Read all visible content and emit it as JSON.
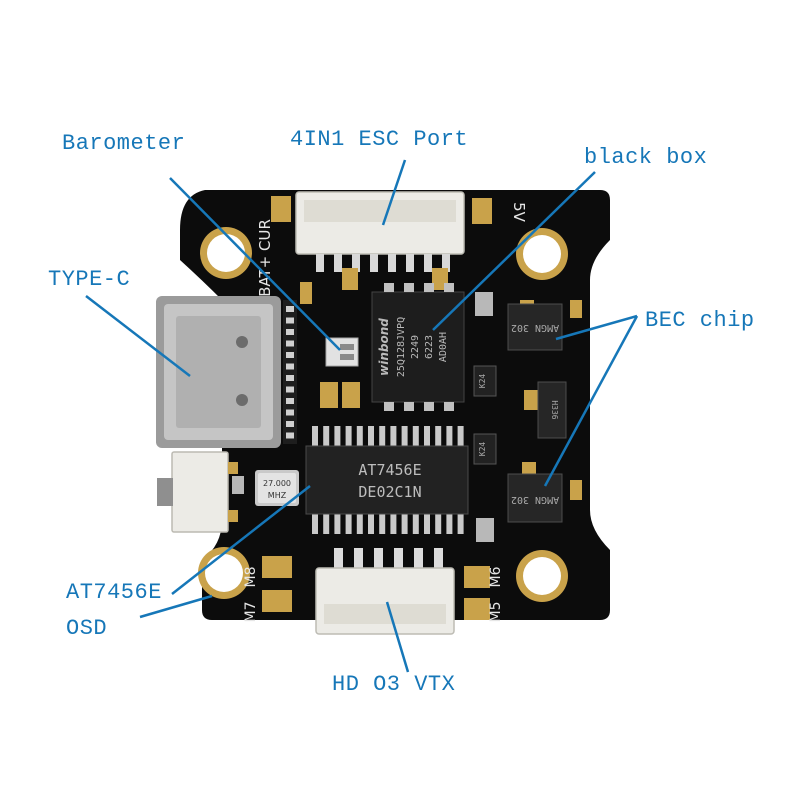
{
  "colors": {
    "callout": "#1677b8",
    "board": "#0c0c0c",
    "silkscreen": "#e6e6e6",
    "gold": "#c9a24a",
    "connector": "#ecebe6"
  },
  "callouts": {
    "barometer": "Barometer",
    "esc_port": "4IN1 ESC Port",
    "black_box": "black box",
    "type_c": "TYPE-C",
    "bec_chip": "BEC chip",
    "osd_line1": "AT7456E",
    "osd_line2": "OSD",
    "vtx": "HD O3 VTX"
  },
  "silkscreen": {
    "bat_cur": "BAT+ CUR",
    "v5": "5V",
    "m7": "M7",
    "m8": "M8",
    "m6": "M6",
    "m5": "M5"
  },
  "chips": {
    "flash_brand": "winbond",
    "flash_line1": "25Q128JVPQ",
    "flash_line2": "2249",
    "flash_line3": "6223",
    "flash_line4": "AD0AH",
    "osd_line1": "AT7456E",
    "osd_line2": "DE02C1N",
    "bec_top": "AMGN 302",
    "bec_bottom": "AMGN 302",
    "mid_chip": "H336",
    "crystal_line1": "27.000",
    "crystal_line2": "MHZ",
    "k24_a": "K24",
    "k24_b": "K24"
  }
}
